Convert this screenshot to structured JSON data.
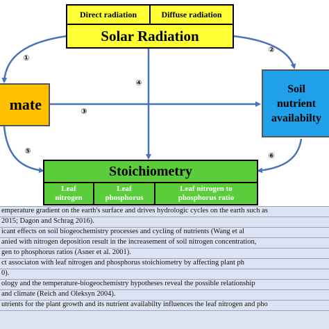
{
  "solar": {
    "direct": "Direct radiation",
    "diffuse": "Diffuse radiation",
    "title": "Solar Radiation"
  },
  "climate": {
    "label": "mate"
  },
  "soil": {
    "line1": "Soil",
    "line2": "nutrient",
    "line3": "availabilty"
  },
  "stoichiometry": {
    "title": "Stoichiometry",
    "cells": [
      {
        "line1": "Leaf",
        "line2": "nitrogen"
      },
      {
        "line1": "Leaf",
        "line2": "phosphorus"
      },
      {
        "line1": "Leaf nitrogen to",
        "line2": "phosphorus ratio"
      }
    ]
  },
  "arrows": {
    "n1": "①",
    "n2": "②",
    "n3": "③",
    "n4": "④",
    "n5": "⑤",
    "n6": "⑥"
  },
  "notes": [
    "emperature gradient on the earth's surface and drives hydrologic cycles on the earth such as",
    "2015; Dagon and Schrag  2016).",
    "icant effects on soil biogeochemistry processes and cycling of nutrients (Wang et al",
    "anied with nitrogen deposition result in the increasement of soil nitrogen concentration,",
    "gen to phosphorus ratios (Asner et al.  2001).",
    "ct associaton with leaf nitrogen and phosphorus stoichiometry by affecting plant ph",
    "0).",
    "ology and the temperature-biogeochemistry hypotheses reveal the possible relationship",
    "and climate (Reich and Oleksyn  2004).",
    "utrients for the plant growth and its nutrient availabilty influences the leaf nitrogen and pho"
  ],
  "colors": {
    "solar": "#ffff33",
    "climate": "#ffc000",
    "soil": "#1fa0e8",
    "stoichiometry": "#5bcc3a",
    "arrow": "#4a72b8",
    "table": "#dde3f2"
  }
}
